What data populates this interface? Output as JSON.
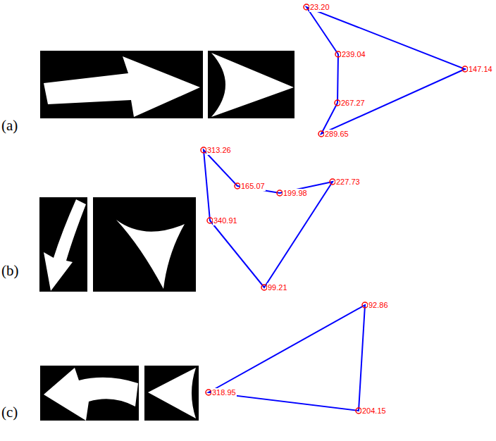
{
  "diagram": {
    "labels": [
      "(a)",
      "23.20",
      "239.04",
      "147.14",
      "267.27",
      "289.65",
      "(b)",
      "313.26",
      "165.07",
      "199.98",
      "227.73",
      "340.91",
      "99.21",
      "(c)",
      "318.95",
      "92.86",
      "204.15"
    ]
  }
}
